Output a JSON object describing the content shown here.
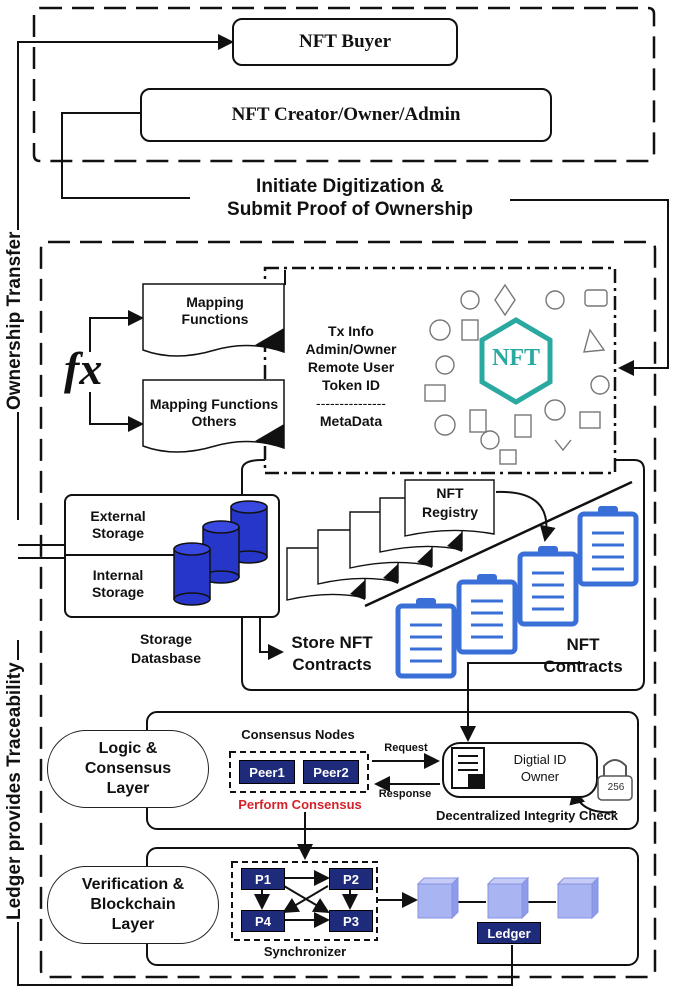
{
  "actors": {
    "buyer": "NFT Buyer",
    "creator": "NFT Creator/Owner/Admin"
  },
  "initiate": {
    "line1": "Initiate Digitization &",
    "line2": "Submit Proof of Ownership"
  },
  "side_labels": {
    "ownership_transfer": "Ownership Transfer",
    "traceability": "Ledger provides Traceability"
  },
  "mapping": {
    "fx": "fx",
    "functions": "Mapping Functions",
    "others": "Mapping Functions Others"
  },
  "metadata": {
    "tx_info": "Tx Info",
    "admin_owner": "Admin/Owner",
    "remote_user": "Remote User",
    "token_id": "Token ID",
    "separator": "---------------",
    "metadata": "MetaData",
    "nft_logo": "NFT"
  },
  "storage": {
    "external": "External Storage",
    "internal": "Internal Storage",
    "database": "Storage Datasbase"
  },
  "registry": {
    "nft_registry": "NFT Registry",
    "store_contracts": "Store NFT Contracts",
    "nft_contracts": "NFT Contracts"
  },
  "logic": {
    "layer": "Logic & Consensus Layer",
    "consensus_nodes": "Consensus Nodes",
    "peer1": "Peer1",
    "peer2": "Peer2",
    "perform_consensus": "Perform Consensus",
    "request": "Request",
    "response": "Response",
    "digital_id": "Digtial ID Owner",
    "integrity_check": "Decentralized Integrity Check",
    "hash_label": "256"
  },
  "verification": {
    "layer": "Verification & Blockchain Layer",
    "p1": "P1",
    "p2": "P2",
    "p3": "P3",
    "p4": "P4",
    "synchronizer": "Synchronizer",
    "ledger": "Ledger"
  },
  "colors": {
    "blue_dark": "#1e2a7a",
    "blue_contract": "#3a6fd8",
    "consensus_red": "#d4222a",
    "block_light": "#a9b4f2"
  }
}
